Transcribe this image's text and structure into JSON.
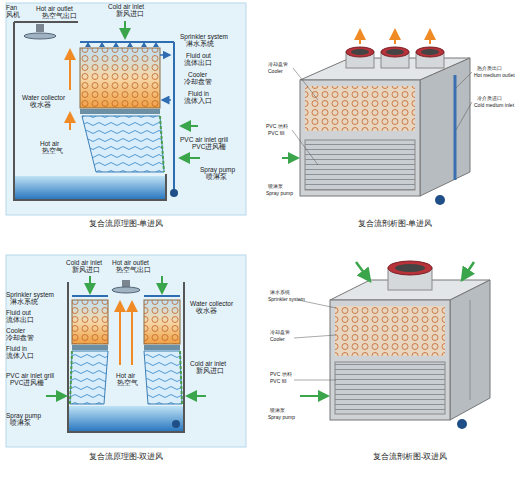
{
  "diagram": {
    "labels": [
      "Hot air outlet",
      "热空气出口",
      "Cold air inlet",
      "新风进口",
      "Fan",
      "风机",
      "Sprinkler system",
      "淋水系统",
      "Fluid out",
      "流体出口",
      "Cooler",
      "冷却盘管",
      "Fluid in",
      "流体入口",
      "Water collector",
      "收水器",
      "Hot air",
      "热空气",
      "PVC air inlet grill",
      "PVC进风栅",
      "Spray pump",
      "喷淋泵",
      "复合流原理图-单进风",
      "冷却盘管",
      "Cooler",
      "热介质出口",
      "Hot medium outlet",
      "冷介质进口",
      "Cold medium inlet",
      "PVC 填料",
      "PVC fill",
      "喷淋泵",
      "Spray pump",
      "复合流剖析图-单进风",
      "Cold air inlet",
      "新风进口",
      "Hot air outlet",
      "热空气出口",
      "Sprinkler system",
      "淋水系统",
      "Fluid out",
      "流体出口",
      "Cooler",
      "冷却盘管",
      "Fluid in",
      "流体入口",
      "Water collector",
      "收水器",
      "Hot air",
      "热空气",
      "PVC air inlet grill",
      "PVC进风栅",
      "Spray pump",
      "喷淋泵",
      "Cold air inlet",
      "新风进口",
      "复合流原理图-双进风",
      "淋水系统",
      "Sprinkler system",
      "冷却盘管",
      "Cooler",
      "PVC 填料",
      "PVC fill",
      "喷淋泵",
      "Spray pump",
      "复合流剖析图-双进风"
    ]
  }
}
